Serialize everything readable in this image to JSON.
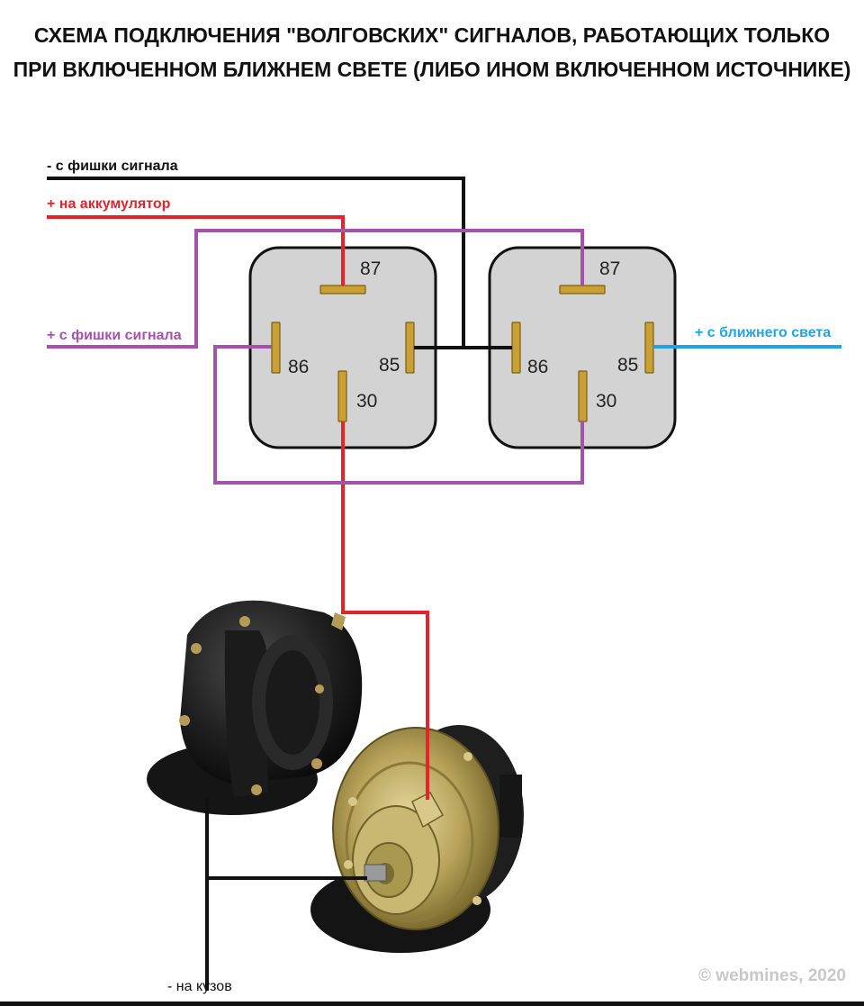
{
  "title": {
    "line1": "СХЕМА ПОДКЛЮЧЕНИЯ \"ВОЛГОВСКИХ\" СИГНАЛОВ, РАБОТАЮЩИХ ТОЛЬКО",
    "line2": "ПРИ ВКЛЮЧЕННОМ БЛИЖНЕМ СВЕТЕ (ЛИБО ИНОМ ВКЛЮЧЕННОМ ИСТОЧНИКЕ)"
  },
  "labels": {
    "signal_minus": "- с фишки сигнала",
    "battery_plus": "+ на аккумулятор",
    "signal_plus": "+ с фишки сигнала",
    "low_beam_plus": "+ с ближнего света",
    "ground": "- на кузов"
  },
  "relays": [
    {
      "name": "relay-1",
      "pins": {
        "p87": "87",
        "p86": "86",
        "p85": "85",
        "p30": "30"
      }
    },
    {
      "name": "relay-2",
      "pins": {
        "p87": "87",
        "p86": "86",
        "p85": "85",
        "p30": "30"
      }
    }
  ],
  "components": [
    "horn-snail-icon",
    "horn-disc-icon"
  ],
  "copyright": "© webmines, 2020",
  "colors": {
    "black_wire": "#111111",
    "red_wire": "#e3242b",
    "purple_wire": "#a553aa",
    "blue_wire": "#1ea6e3",
    "relay_body": "#d3d3d3",
    "pin": "#c9a033"
  }
}
